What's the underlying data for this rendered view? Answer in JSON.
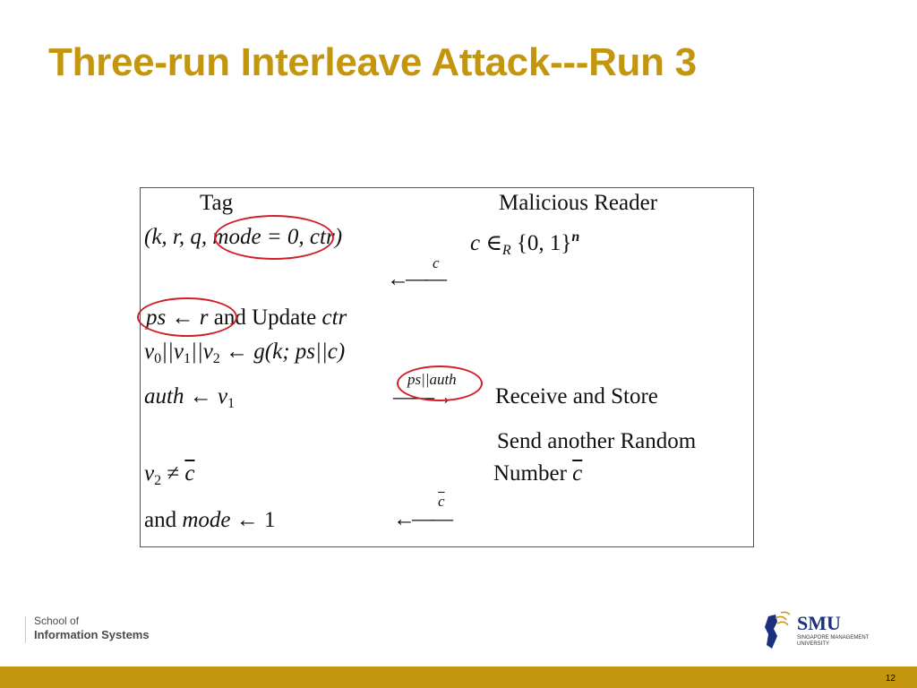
{
  "colors": {
    "title": "#C4960E",
    "bar": "#C4960E",
    "ring": "#D21E2B",
    "logo_blue": "#1C2F7E"
  },
  "slide": {
    "title": "Three-run Interleave Attack---Run 3",
    "page_number": "12"
  },
  "protocol": {
    "tag_header": "Tag",
    "reader_header": "Malicious  Reader",
    "row1_left_a": "(k, r, q, ",
    "row1_left_mode": "mode = 0",
    "row1_left_b": ", ctr)",
    "row1_right_c": "c ∈",
    "row1_right_R": "R",
    "row1_right_set": " {0, 1}",
    "row1_right_n": "n",
    "arrow1_label": "c",
    "row2_ps": "ps ← r",
    "row2_rest_a": " and Update ",
    "row2_rest_ctr": "ctr",
    "row3_v0": "v",
    "row3_sub0": "0",
    "row3_sep1": "||v",
    "row3_sub1": "1",
    "row3_sep2": "||v",
    "row3_sub2": "2",
    "row3_arrow": " ← ",
    "row3_g": "g(k; ps||c)",
    "row4_auth": "auth ← v",
    "row4_sub": "1",
    "arrow2_label": "ps||auth",
    "row4_right": "Receive  and  Store",
    "row5_right": "Send  another  Random",
    "row6_left": "v",
    "row6_sub": "2",
    "row6_neq": " ≠ ",
    "row6_cbar": "c",
    "row6_right_a": "Number ",
    "row6_right_cbar": "c",
    "arrow3_label": "c",
    "row7_and": "and ",
    "row7_mode": "mode",
    "row7_rest": " ← 1",
    "arrow_left_glyph": "←——",
    "arrow_right_glyph": "——→"
  },
  "footer": {
    "school_line1": "School of",
    "school_line2": "Information Systems",
    "logo_icon": "smu-lion-icon",
    "logo_text": "SMU",
    "logo_sub1": "SINGAPORE MANAGEMENT",
    "logo_sub2": "UNIVERSITY"
  }
}
